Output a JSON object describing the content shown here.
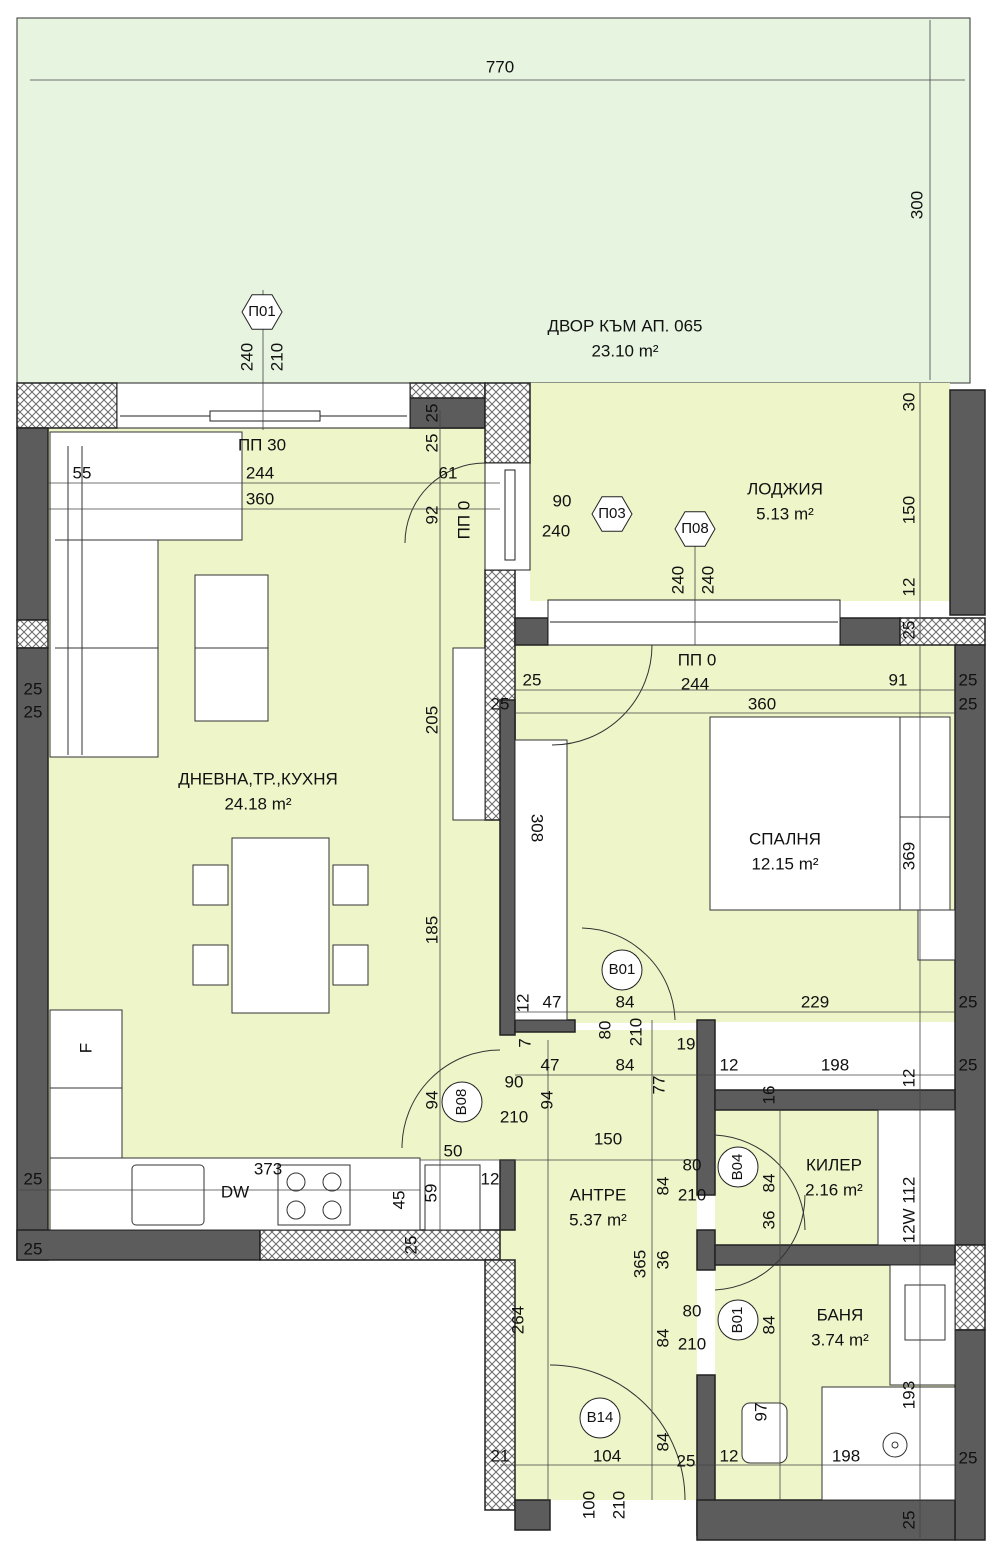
{
  "colors": {
    "room_fill": "#edf5c9",
    "yard_fill": "#e6f4e0",
    "wall": "#5c5c5c",
    "insulation_hatch": "#7a7a7a",
    "line": "#222222"
  },
  "rooms": [
    {
      "name": "ДВОР КЪМ АП. 065",
      "area": "23.10 m²"
    },
    {
      "name": "ЛОДЖИЯ",
      "area": "5.13 m²"
    },
    {
      "name": "ДНЕВНА,ТР.,КУХНЯ",
      "area": "24.18 m²"
    },
    {
      "name": "СПАЛНЯ",
      "area": "12.15 m²"
    },
    {
      "name": "АНТРЕ",
      "area": "5.37 m²"
    },
    {
      "name": "КИЛЕР",
      "area": "2.16 m²"
    },
    {
      "name": "БАНЯ",
      "area": "3.74 m²"
    }
  ],
  "tags": [
    {
      "label": "П01",
      "shape": "hexagon"
    },
    {
      "label": "П03",
      "shape": "hexagon"
    },
    {
      "label": "П08",
      "shape": "hexagon"
    },
    {
      "label": "В01",
      "shape": "circle"
    },
    {
      "label": "В08",
      "shape": "circle"
    },
    {
      "label": "В04",
      "shape": "circle"
    },
    {
      "label": "В01",
      "shape": "circle"
    },
    {
      "label": "В14",
      "shape": "circle"
    }
  ],
  "dimensions": [
    "770",
    "300",
    "240",
    "210",
    "ПП 30",
    "55",
    "244",
    "61",
    "360",
    "25",
    "25",
    "92",
    "ПП 0",
    "90",
    "240",
    "240",
    "240",
    "30",
    "150",
    "12",
    "25",
    "ПП 0",
    "244",
    "25",
    "360",
    "91",
    "25",
    "25",
    "25",
    "25",
    "205",
    "25",
    "308",
    "369",
    "185",
    "229",
    "47",
    "84",
    "12",
    "25",
    "47",
    "84",
    "12",
    "198",
    "25",
    "19",
    "7",
    "80",
    "210",
    "77",
    "16",
    "12",
    "94",
    "90",
    "210",
    "94",
    "150",
    "50",
    "373",
    "DW",
    "12",
    "25",
    "45",
    "59",
    "25",
    "25",
    "80",
    "210",
    "84",
    "84",
    "365",
    "36",
    "36",
    "12W 112",
    "80",
    "210",
    "84",
    "84",
    "264",
    "84",
    "193",
    "97",
    "21",
    "104",
    "25",
    "12",
    "198",
    "25",
    "100",
    "210",
    "25",
    "F"
  ]
}
